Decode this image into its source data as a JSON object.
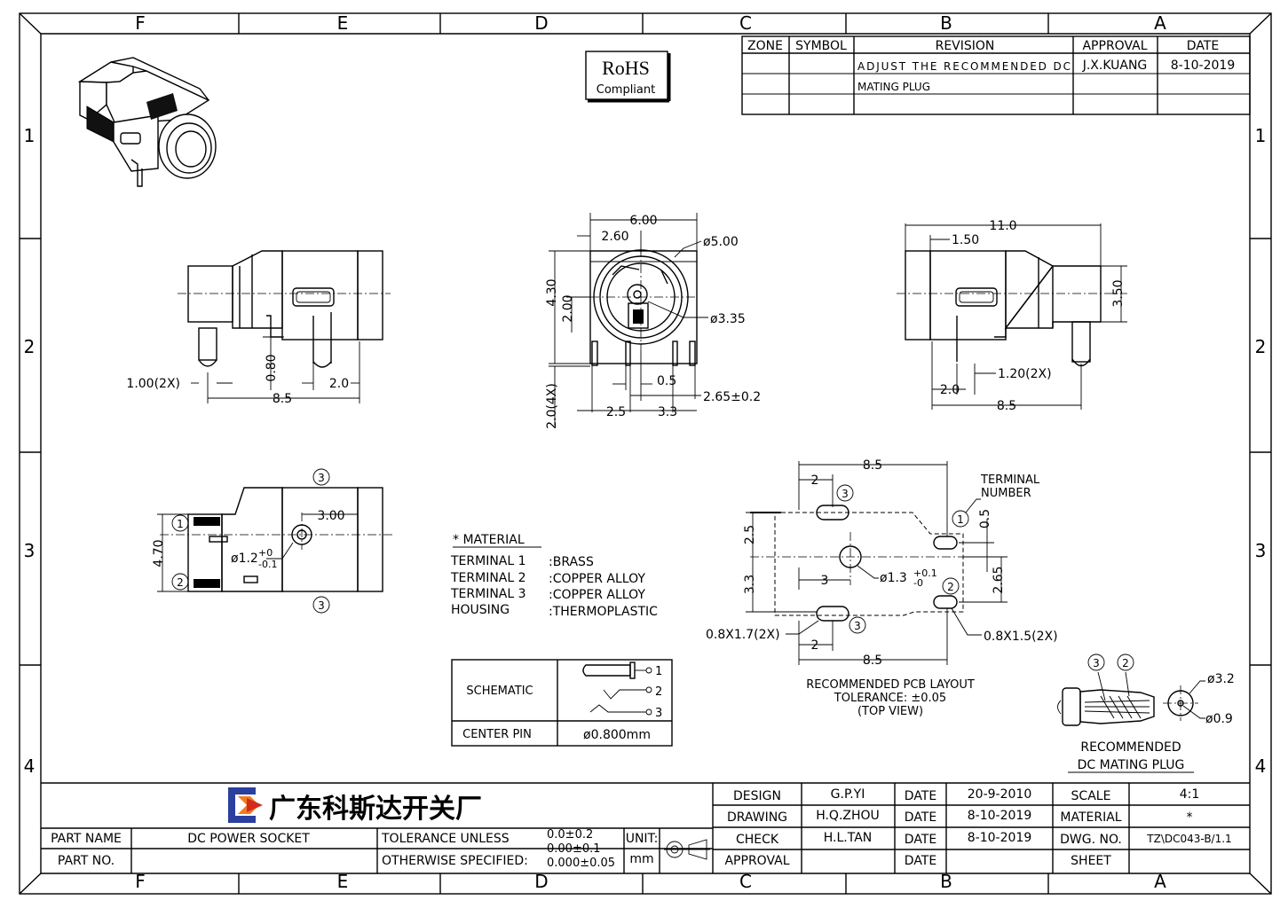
{
  "zones": {
    "columns": [
      "F",
      "E",
      "D",
      "C",
      "B",
      "A"
    ],
    "rows": [
      "1",
      "2",
      "3",
      "4"
    ]
  },
  "rohs": {
    "title": "RoHS",
    "subtitle": "Compliant"
  },
  "revision_table": {
    "headers": {
      "zone": "ZONE",
      "symbol": "SYMBOL",
      "revision": "REVISION",
      "approval": "APPROVAL",
      "date": "DATE"
    },
    "row1": {
      "revision": "ADJUST THE RECOMMENDED DC",
      "approval": "J.X.KUANG",
      "date": "8-10-2019"
    },
    "row2": {
      "revision": "MATING PLUG"
    }
  },
  "dimensions": {
    "side_left": {
      "pin_width": "1.00(2X)",
      "pin_height": "0.80",
      "pitch": "2.0",
      "length": "8.5"
    },
    "front": {
      "width": "6.00",
      "offset": "2.60",
      "outer_dia": "ø5.00",
      "inner_dia": "ø3.35",
      "height": "4.30",
      "center_h": "2.00",
      "pin_len": "2.0(4X)",
      "d1": "0.5",
      "d2": "2.65±0.2",
      "d3": "2.5",
      "d4": "3.3"
    },
    "side_right": {
      "length_top": "11.0",
      "offset": "1.50",
      "height": "3.50",
      "pin_w": "1.20(2X)",
      "pitch": "2.0",
      "length": "8.5"
    },
    "bottom": {
      "height": "4.70",
      "offset": "3.00",
      "hole": "ø1.2",
      "tol_plus": "+0",
      "tol_minus": "-0.1"
    },
    "pcb": {
      "width_top": "8.5",
      "d2": "2",
      "v05": "0.5",
      "v25": "2.5",
      "v33": "3.3",
      "v265": "2.65",
      "h3": "3",
      "hole": "ø1.3",
      "tol_plus": "+0.1",
      "tol_minus": "-0",
      "slot_left": "0.8X1.7(2X)",
      "slot_right": "0.8X1.5(2X)",
      "d2b": "2",
      "width_bottom": "8.5",
      "terminal_label": "TERMINAL",
      "number_label": "NUMBER"
    },
    "plug": {
      "d_outer": "ø3.2",
      "d_inner": "ø0.9"
    }
  },
  "terminal_markers": {
    "one": "1",
    "two": "2",
    "three": "3"
  },
  "material": {
    "title": "* MATERIAL",
    "rows": [
      {
        "name": "TERMINAL 1",
        "value": ":BRASS"
      },
      {
        "name": "TERMINAL 2",
        "value": ":COPPER ALLOY"
      },
      {
        "name": "TERMINAL 3",
        "value": ":COPPER ALLOY"
      },
      {
        "name": "HOUSING",
        "value": ":THERMOPLASTIC"
      }
    ]
  },
  "schematic": {
    "label": "SCHEMATIC",
    "center_pin_label": "CENTER PIN",
    "center_pin_value": "ø0.800mm",
    "pins": [
      "1",
      "2",
      "3"
    ]
  },
  "pcb_caption": {
    "line1": "RECOMMENDED PCB LAYOUT",
    "line2": "TOLERANCE: ±0.05",
    "line3": "(TOP VIEW)"
  },
  "plug_caption": {
    "line1": "RECOMMENDED",
    "line2": "DC MATING PLUG"
  },
  "title_block": {
    "company": "广东科斯达开关厂",
    "part_name_label": "PART NAME",
    "part_name": "DC POWER SOCKET",
    "part_no_label": "PART NO.",
    "tolerance_line1": "TOLERANCE UNLESS",
    "tolerance_line2": "OTHERWISE SPECIFIED:",
    "tol_values": [
      "0.0±0.2",
      "0.00±0.1",
      "0.000±0.05"
    ],
    "unit_label": "UNIT:",
    "unit_value": "mm",
    "design_label": "DESIGN",
    "design": "G.P.YI",
    "design_date": "20-9-2010",
    "drawing_label": "DRAWING",
    "drawing": "H.Q.ZHOU",
    "drawing_date": "8-10-2019",
    "check_label": "CHECK",
    "check": "H.L.TAN",
    "check_date": "8-10-2019",
    "approval_label": "APPROVAL",
    "date_label": "DATE",
    "scale_label": "SCALE",
    "scale": "4:1",
    "material_label": "MATERIAL",
    "material": "*",
    "dwg_label": "DWG. NO.",
    "dwg": "TZ\\DC043-B/1.1",
    "sheet_label": "SHEET"
  },
  "colors": {
    "logo_blue": "#2b3f9e",
    "logo_orange": "#f07c1e",
    "logo_red": "#d42a1c"
  }
}
